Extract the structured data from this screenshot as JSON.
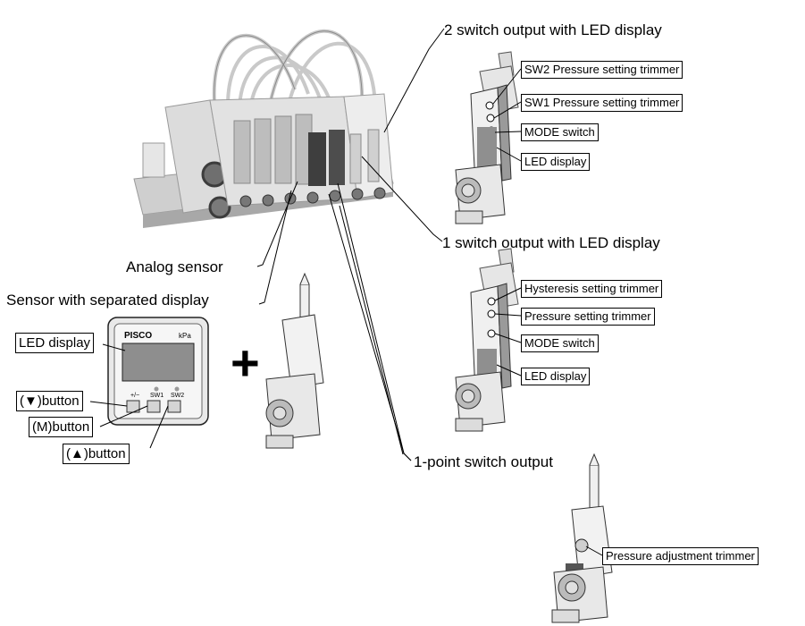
{
  "captions": {
    "two_switch": "2 switch output with LED display",
    "one_switch": "1 switch output with LED display",
    "analog": "Analog sensor",
    "separated": "Sensor with separated display",
    "one_point": "1-point switch output"
  },
  "two_switch_labels": {
    "sw2_trimmer": "SW2 Pressure setting trimmer",
    "sw1_trimmer": "SW1 Pressure setting trimmer",
    "mode": "MODE switch",
    "led": "LED display"
  },
  "one_switch_labels": {
    "hysteresis": "Hysteresis setting trimmer",
    "pressure": "Pressure setting trimmer",
    "mode": "MODE switch",
    "led": "LED display"
  },
  "display_unit": {
    "brand": "PISCO",
    "unit": "kPa",
    "btn1_label": "+/−",
    "btn2_label": "SW1",
    "btn3_label": "SW2",
    "led_label": "LED display",
    "down_button": "(▼)button",
    "m_button": "(M)button",
    "up_button": "(▲)button"
  },
  "plus_symbol": "+",
  "one_point_labels": {
    "trimmer": "Pressure adjustment trimmer"
  }
}
